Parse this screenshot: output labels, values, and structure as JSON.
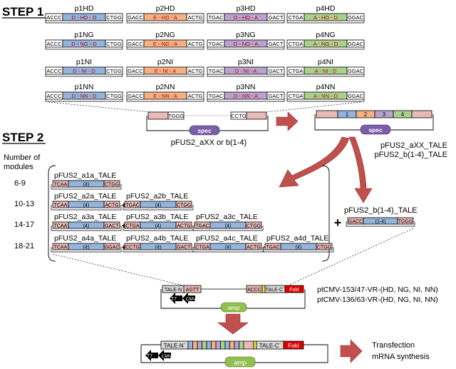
{
  "step1": {
    "title": "STEP 1",
    "plasmids": [
      {
        "name": "p1HD",
        "left": "ACCC",
        "insert": "D - HD - D",
        "right": "CTGG"
      },
      {
        "name": "p2HD",
        "left": "GACC",
        "insert": "E - HD - A",
        "right": "ACTG"
      },
      {
        "name": "p3HD",
        "left": "TGAC",
        "insert": "D - HD - A",
        "right": "GACT"
      },
      {
        "name": "p4HD",
        "left": "CTGA",
        "insert": "A - HD - D",
        "right": "GGAC"
      },
      {
        "name": "p1NG",
        "left": "ACCC",
        "insert": "D - NG - D",
        "right": "CTGG"
      },
      {
        "name": "p2NG",
        "left": "GACC",
        "insert": "E - NG - A",
        "right": "ACTG"
      },
      {
        "name": "p3NG",
        "left": "TGAC",
        "insert": "D - NG - A",
        "right": "GACT"
      },
      {
        "name": "p4NG",
        "left": "CTGA",
        "insert": "A - NG - D",
        "right": "GGAC"
      },
      {
        "name": "p1NI",
        "left": "ACCC",
        "insert": "D - NI - D",
        "right": "CTGG"
      },
      {
        "name": "p2NI",
        "left": "GACC",
        "insert": "E - NI - A",
        "right": "ACTG"
      },
      {
        "name": "p3NI",
        "left": "TGAC",
        "insert": "D - NI - A",
        "right": "GACT"
      },
      {
        "name": "p4NI",
        "left": "CTGA",
        "insert": "A - NI - D",
        "right": "GGAC"
      },
      {
        "name": "p1NN",
        "left": "ACCC",
        "insert": "D - NN - D",
        "right": "CTGG"
      },
      {
        "name": "p2NN",
        "left": "GACC",
        "insert": "E - NN - A",
        "right": "ACTG"
      },
      {
        "name": "p3NN",
        "left": "TGAC",
        "insert": "D - NN - A",
        "right": "GACT"
      },
      {
        "name": "p4NN",
        "left": "CTGA",
        "insert": "A - NN - D",
        "right": "GGAC"
      }
    ],
    "backbone": {
      "left": "TGGG",
      "right": "CCTG",
      "marker": "spec",
      "label": "pFUS2_aXX or b(1-4)"
    },
    "product": {
      "modules": [
        "1",
        "2",
        "3",
        "4"
      ],
      "marker": "spec",
      "label1": "pFUS2_aXX_TALE",
      "label2": "pFUS2_b(1-4)_TALE"
    }
  },
  "step2": {
    "title": "STEP 2",
    "modules_header": "Number of\nmodules",
    "rows": [
      {
        "range": "6-9",
        "items": [
          {
            "name": "pFUS2_a1a_TALE",
            "left": "TCAA",
            "mid": "(4)",
            "right": "CTGG"
          }
        ]
      },
      {
        "range": "10-13",
        "items": [
          {
            "name": "pFUS2_a2a_TALE",
            "left": "TCAA",
            "mid": "(4)",
            "right": "ACTG"
          },
          {
            "name": "pFUS2_a2b_TALE",
            "left": "TGAC",
            "mid": "(4)",
            "right": "CTGG"
          }
        ]
      },
      {
        "range": "14-17",
        "items": [
          {
            "name": "pFUS2_a3a_TALE",
            "left": "TCAA",
            "mid": "(4)",
            "right": "GACT"
          },
          {
            "name": "pFUS2_a3b_TALE",
            "left": "CTGA",
            "mid": "(4)",
            "right": "ACTG"
          },
          {
            "name": "pFUS2_a3c_TALE",
            "left": "TGAC",
            "mid": "(4)",
            "right": "CTGG"
          }
        ]
      },
      {
        "range": "18-21",
        "items": [
          {
            "name": "pFUS2_a4a_TALE",
            "left": "TCAA",
            "mid": "(4)",
            "right": "GGAC"
          },
          {
            "name": "pFUS2_a4b_TALE",
            "left": "CCTG",
            "mid": "(4)",
            "right": "GACT"
          },
          {
            "name": "pFUS2_a4c_TALE",
            "left": "CTGA",
            "mid": "(4)",
            "right": "ACTG"
          },
          {
            "name": "pFUS2_a4d_TALE",
            "left": "TGAC",
            "mid": "(4)",
            "right": "CTGG"
          }
        ]
      }
    ],
    "plus": "+",
    "b_plasmid": {
      "name": "pFUS2_b(1-4)_TALE",
      "left": "GACC",
      "mid": "(1-4)",
      "right": "TGGG"
    },
    "vector": {
      "tale_n": "TALE-N",
      "site_l": "AGTT",
      "site_r": "ACCC",
      "tale_c": "TALE-C´",
      "foki": "FokI",
      "t7": "T7",
      "cmv": "CMV",
      "marker": "amp",
      "label1": "ptCMV-153/47-VR-(HD, NG, NI, NN)",
      "label2": "ptCMV-136/63-VR-(HD, NG, NI, NN)"
    },
    "final": {
      "tale_n": "TALE-N´",
      "tale_c": "TALE-C´",
      "foki": "FokI",
      "t7": "T7",
      "cmv": "CMV",
      "marker": "amp",
      "out1": "Transfection",
      "out2": "mRNA synthesis"
    }
  },
  "colors": {
    "pink": "#e8b9b6",
    "blue": "#93b4dd",
    "orange": "#f4b183",
    "purple": "#b8a3cf",
    "green": "#a9d18e",
    "arrow": "#c0504d",
    "spec": "#7b5ea8",
    "amp": "#92c050",
    "foki": "#e00000",
    "yellow": "#f2e24a"
  }
}
